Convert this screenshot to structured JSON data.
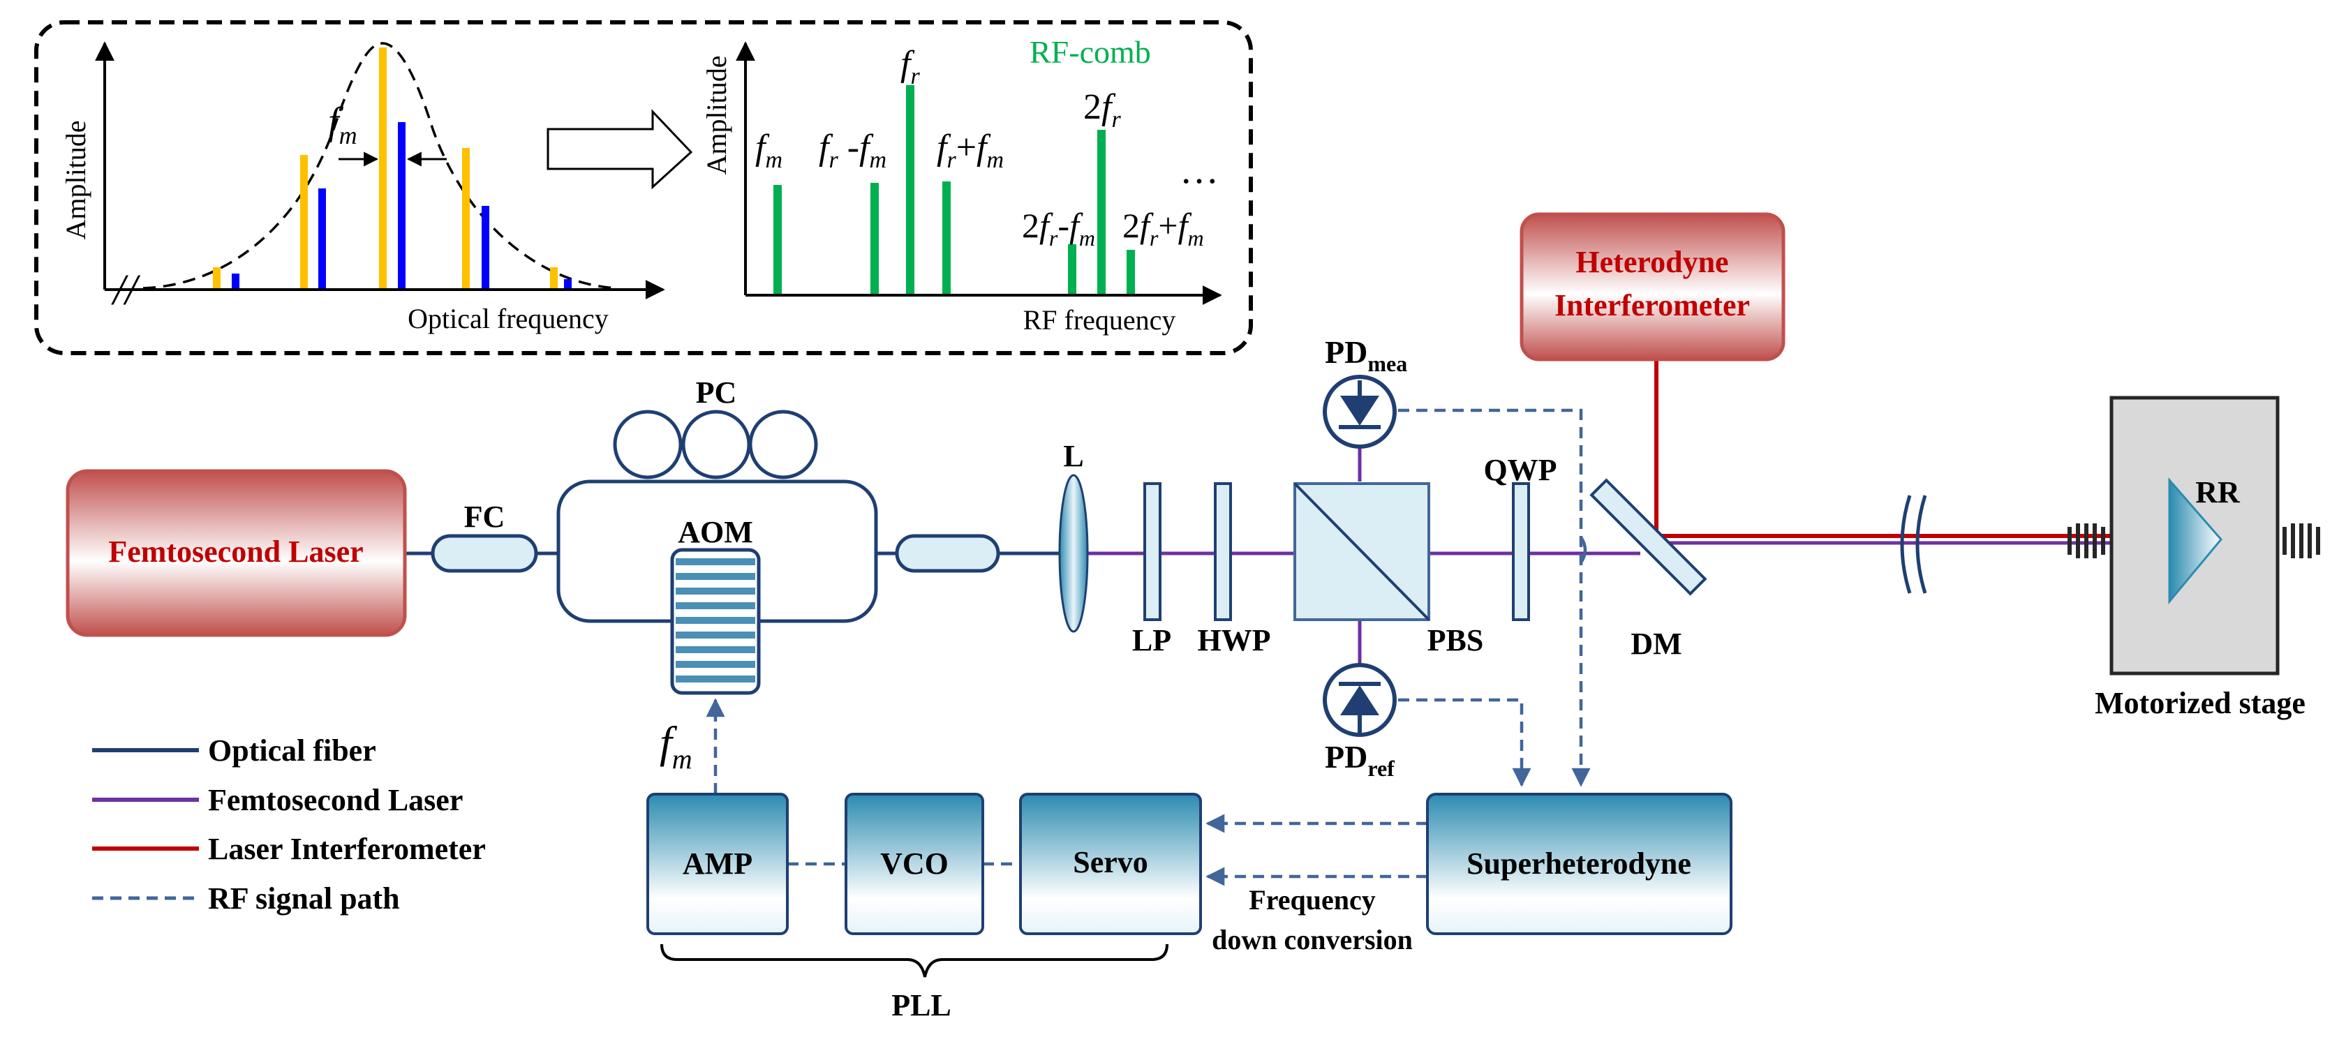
{
  "colors": {
    "fiber": "#1f3f73",
    "femto": "#7030a0",
    "laser": "#c00000",
    "rf": "#41669a",
    "green": "#00b050",
    "yellow": "#ffc000",
    "blue": "#0000ff",
    "red_text": "#c00000",
    "box_top": "#2f8fae",
    "box_bottom": "#eef8fb"
  },
  "inset": {
    "left_ylabel": "Amplitude",
    "left_xlabel": "Optical frequency",
    "left_fm": "f",
    "left_fm_sub": "m",
    "right_ylabel": "Amplitude",
    "right_xlabel": "RF frequency",
    "rf_comb_title": "RF-comb",
    "ellipsis": "…",
    "rf_labels": {
      "fm": {
        "main": "f",
        "sub": "m"
      },
      "fr_minus_fm": {
        "a": "f",
        "a_sub": "r",
        "op": " -",
        "b": "f",
        "b_sub": "m"
      },
      "fr": {
        "main": "f",
        "sub": "r"
      },
      "fr_plus_fm": {
        "a": "f",
        "a_sub": "r",
        "op": "+",
        "b": "f",
        "b_sub": "m"
      },
      "two_fr": {
        "pre": "2",
        "main": "f",
        "sub": "r"
      },
      "two_fr_minus_fm": {
        "pre": "2",
        "a": "f",
        "a_sub": "r",
        "op": "-",
        "b": "f",
        "b_sub": "m"
      },
      "two_fr_plus_fm": {
        "pre": "2",
        "a": "f",
        "a_sub": "r",
        "op": "+",
        "b": "f",
        "b_sub": "m"
      }
    }
  },
  "components": {
    "femto_laser": "Femtosecond Laser",
    "heterodyne_line1": "Heterodyne",
    "heterodyne_line2": "Interferometer",
    "fc": "FC",
    "pc": "PC",
    "aom": "AOM",
    "lens": "L",
    "lp": "LP",
    "hwp": "HWP",
    "pbs": "PBS",
    "qwp": "QWP",
    "dm": "DM",
    "rr": "RR",
    "stage": "Motorized stage",
    "pd_mea": "PD",
    "pd_mea_sub": "mea",
    "pd_ref": "PD",
    "pd_ref_sub": "ref",
    "fm": "f",
    "fm_sub": "m",
    "amp": "AMP",
    "vco": "VCO",
    "servo": "Servo",
    "superheterodyne": "Superheterodyne",
    "freq_down_1": "Frequency",
    "freq_down_2": "down conversion",
    "pll": "PLL"
  },
  "legend": [
    {
      "label": "Optical fiber",
      "style": "fiber"
    },
    {
      "label": "Femtosecond Laser",
      "style": "femto"
    },
    {
      "label": "Laser Interferometer",
      "style": "laser"
    },
    {
      "label": "RF signal path",
      "style": "rf"
    }
  ]
}
